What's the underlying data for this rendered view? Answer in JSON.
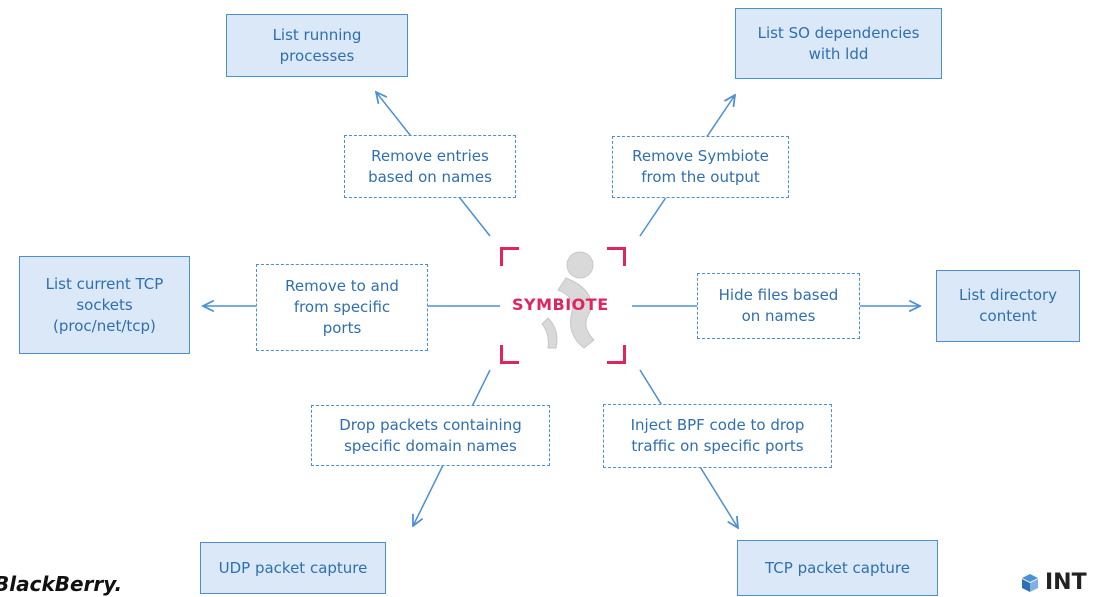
{
  "center": {
    "label": "SYMBIOTE"
  },
  "targets": {
    "list_processes": "List running\nprocesses",
    "list_so": "List SO dependencies\nwith ldd",
    "list_tcp": "List current TCP\nsockets\n(proc/net/tcp)",
    "list_dir": "List directory\ncontent",
    "udp_capture": "UDP packet capture",
    "tcp_capture": "TCP packet capture"
  },
  "actions": {
    "remove_entries": "Remove entries\nbased on names",
    "remove_symbiote": "Remove Symbiote\nfrom the output",
    "remove_ports": "Remove to and\nfrom specific\nports",
    "hide_files": "Hide files based\non names",
    "drop_packets": "Drop packets containing\nspecific domain names",
    "inject_bpf": "Inject BPF code to drop\ntraffic on specific ports"
  },
  "logos": {
    "left": "BlackBerry.",
    "right": "INT"
  },
  "colors": {
    "accent_blue": "#4b8fd4",
    "text_blue": "#2f6fb0",
    "box_fill": "#dbe8f7",
    "center_pink": "#e0245e"
  }
}
